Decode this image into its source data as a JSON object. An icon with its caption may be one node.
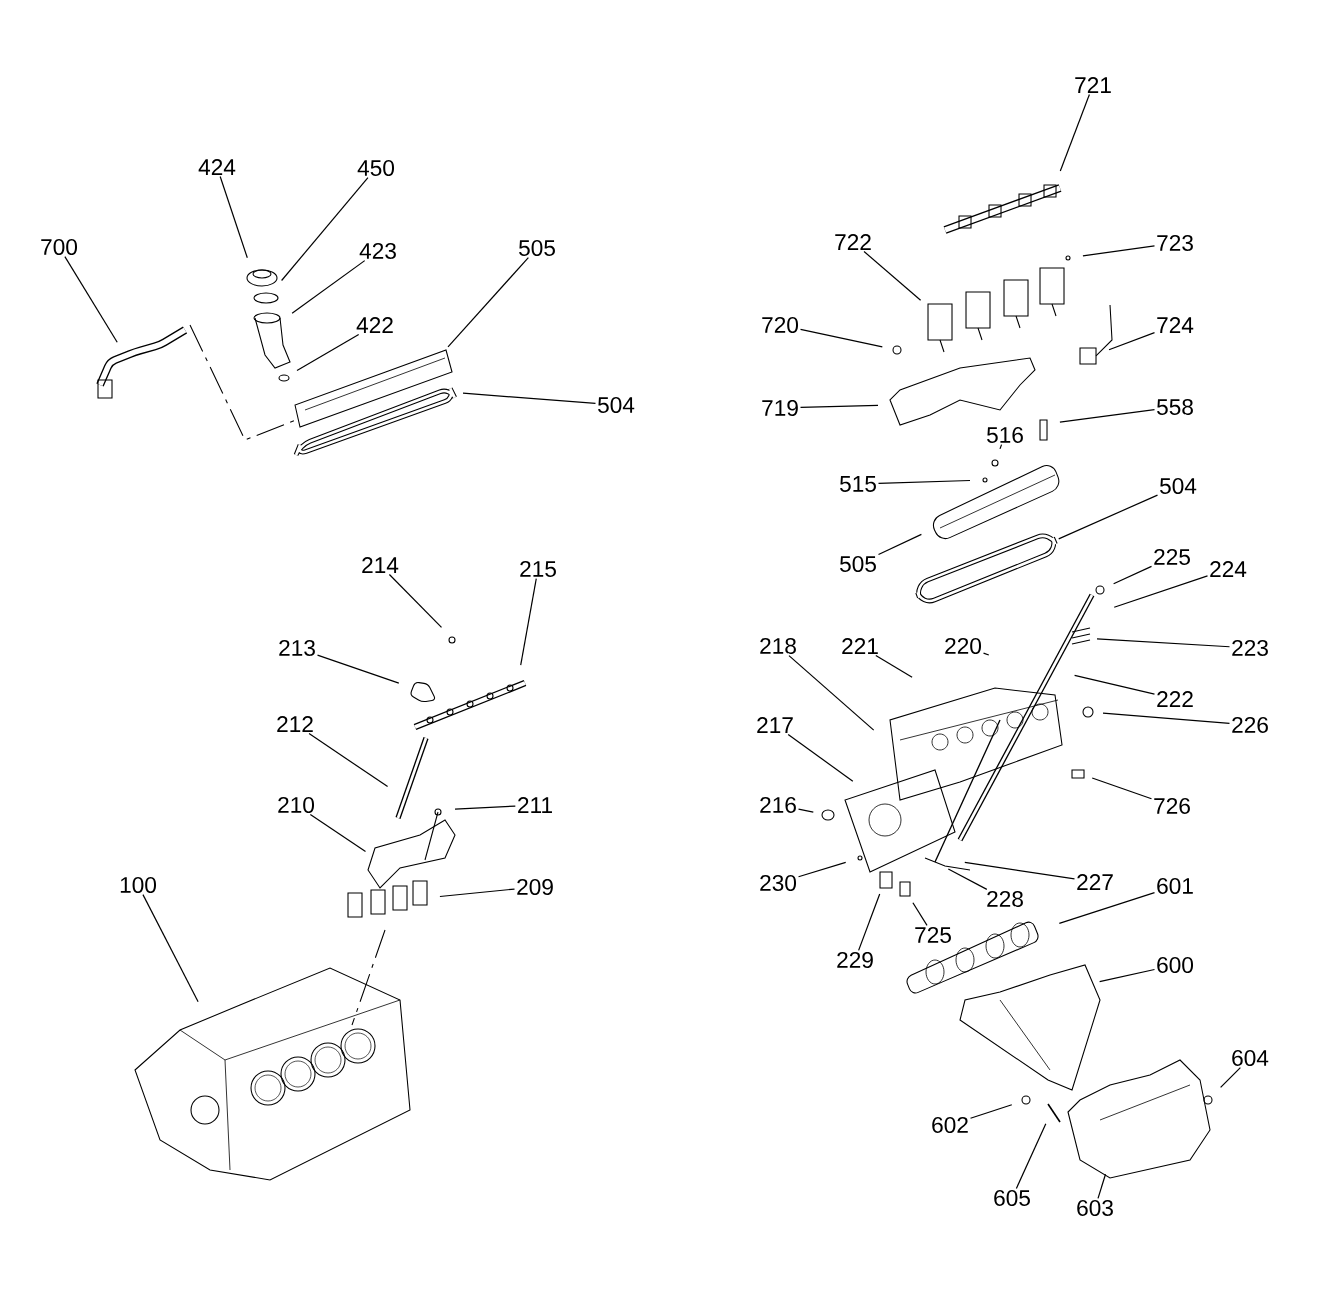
{
  "diagram": {
    "nodes": [
      {
        "text": [
          "700"
        ]
      },
      {
        "text": [
          "424"
        ]
      },
      {
        "text": [
          "450"
        ]
      },
      {
        "text": [
          "423"
        ]
      },
      {
        "text": [
          "422"
        ]
      },
      {
        "text": [
          "505"
        ]
      },
      {
        "text": [
          "504"
        ]
      },
      {
        "text": [
          "214"
        ]
      },
      {
        "text": [
          "215"
        ]
      },
      {
        "text": [
          "213"
        ]
      },
      {
        "text": [
          "212"
        ]
      },
      {
        "text": [
          "210"
        ]
      },
      {
        "text": [
          "211"
        ]
      },
      {
        "text": [
          "209"
        ]
      },
      {
        "text": [
          "100"
        ]
      },
      {
        "text": [
          "721"
        ]
      },
      {
        "text": [
          "722"
        ]
      },
      {
        "text": [
          "723"
        ]
      },
      {
        "text": [
          "720"
        ]
      },
      {
        "text": [
          "724"
        ]
      },
      {
        "text": [
          "719"
        ]
      },
      {
        "text": [
          "558"
        ]
      },
      {
        "text": [
          "516"
        ]
      },
      {
        "text": [
          "515"
        ]
      },
      {
        "text": [
          "504"
        ]
      },
      {
        "text": [
          "505"
        ]
      },
      {
        "text": [
          "225"
        ]
      },
      {
        "text": [
          "224"
        ]
      },
      {
        "text": [
          "218"
        ]
      },
      {
        "text": [
          "221"
        ]
      },
      {
        "text": [
          "220"
        ]
      },
      {
        "text": [
          "223"
        ]
      },
      {
        "text": [
          "222"
        ]
      },
      {
        "text": [
          "217"
        ]
      },
      {
        "text": [
          "226"
        ]
      },
      {
        "text": [
          "216"
        ]
      },
      {
        "text": [
          "726"
        ]
      },
      {
        "text": [
          "230"
        ]
      },
      {
        "text": [
          "227"
        ]
      },
      {
        "text": [
          "601"
        ]
      },
      {
        "text": [
          "228"
        ]
      },
      {
        "text": [
          "229"
        ]
      },
      {
        "text": [
          "725"
        ]
      },
      {
        "text": [
          "600"
        ]
      },
      {
        "text": [
          "604"
        ]
      },
      {
        "text": [
          "602"
        ]
      },
      {
        "text": [
          "605"
        ]
      },
      {
        "text": [
          "603"
        ]
      }
    ],
    "edges": [
      {
        "from": 0,
        "to": null,
        "arrow": "none"
      },
      {
        "from": 1,
        "to": null,
        "arrow": "none"
      },
      {
        "from": 2,
        "to": null,
        "arrow": "none"
      },
      {
        "from": 3,
        "to": null,
        "arrow": "none"
      },
      {
        "from": 4,
        "to": null,
        "arrow": "none"
      },
      {
        "from": 5,
        "to": null,
        "arrow": "none"
      },
      {
        "from": 6,
        "to": null,
        "arrow": "none"
      },
      {
        "from": 7,
        "to": null,
        "arrow": "none"
      },
      {
        "from": 8,
        "to": null,
        "arrow": "none"
      },
      {
        "from": 9,
        "to": null,
        "arrow": "none"
      },
      {
        "from": 10,
        "to": null,
        "arrow": "none"
      },
      {
        "from": 11,
        "to": null,
        "arrow": "none"
      },
      {
        "from": 12,
        "to": null,
        "arrow": "none"
      },
      {
        "from": 13,
        "to": null,
        "arrow": "none"
      },
      {
        "from": 14,
        "to": null,
        "arrow": "none"
      },
      {
        "from": 15,
        "to": null,
        "arrow": "none"
      },
      {
        "from": 16,
        "to": null,
        "arrow": "none"
      },
      {
        "from": 17,
        "to": null,
        "arrow": "none"
      },
      {
        "from": 18,
        "to": null,
        "arrow": "none"
      },
      {
        "from": 19,
        "to": null,
        "arrow": "none"
      },
      {
        "from": 20,
        "to": null,
        "arrow": "none"
      },
      {
        "from": 21,
        "to": null,
        "arrow": "none"
      },
      {
        "from": 22,
        "to": null,
        "arrow": "none"
      },
      {
        "from": 23,
        "to": null,
        "arrow": "none"
      },
      {
        "from": 24,
        "to": null,
        "arrow": "none"
      },
      {
        "from": 25,
        "to": null,
        "arrow": "none"
      },
      {
        "from": 26,
        "to": null,
        "arrow": "none"
      },
      {
        "from": 27,
        "to": null,
        "arrow": "none"
      },
      {
        "from": 28,
        "to": null,
        "arrow": "none"
      },
      {
        "from": 29,
        "to": null,
        "arrow": "none"
      },
      {
        "from": 30,
        "to": null,
        "arrow": "none"
      },
      {
        "from": 31,
        "to": null,
        "arrow": "none"
      },
      {
        "from": 32,
        "to": null,
        "arrow": "none"
      },
      {
        "from": 33,
        "to": null,
        "arrow": "none"
      },
      {
        "from": 34,
        "to": null,
        "arrow": "none"
      },
      {
        "from": 35,
        "to": null,
        "arrow": "none"
      },
      {
        "from": 36,
        "to": null,
        "arrow": "none"
      },
      {
        "from": 37,
        "to": null,
        "arrow": "none"
      },
      {
        "from": 38,
        "to": null,
        "arrow": "none"
      },
      {
        "from": 39,
        "to": null,
        "arrow": "none"
      },
      {
        "from": 40,
        "to": null,
        "arrow": "none"
      },
      {
        "from": 41,
        "to": null,
        "arrow": "none"
      },
      {
        "from": 42,
        "to": null,
        "arrow": "none"
      },
      {
        "from": 43,
        "to": null,
        "arrow": "none"
      },
      {
        "from": 44,
        "to": null,
        "arrow": "none"
      },
      {
        "from": 45,
        "to": null,
        "arrow": "none"
      },
      {
        "from": 46,
        "to": null,
        "arrow": "none"
      },
      {
        "from": 47,
        "to": null,
        "arrow": "none"
      }
    ]
  }
}
